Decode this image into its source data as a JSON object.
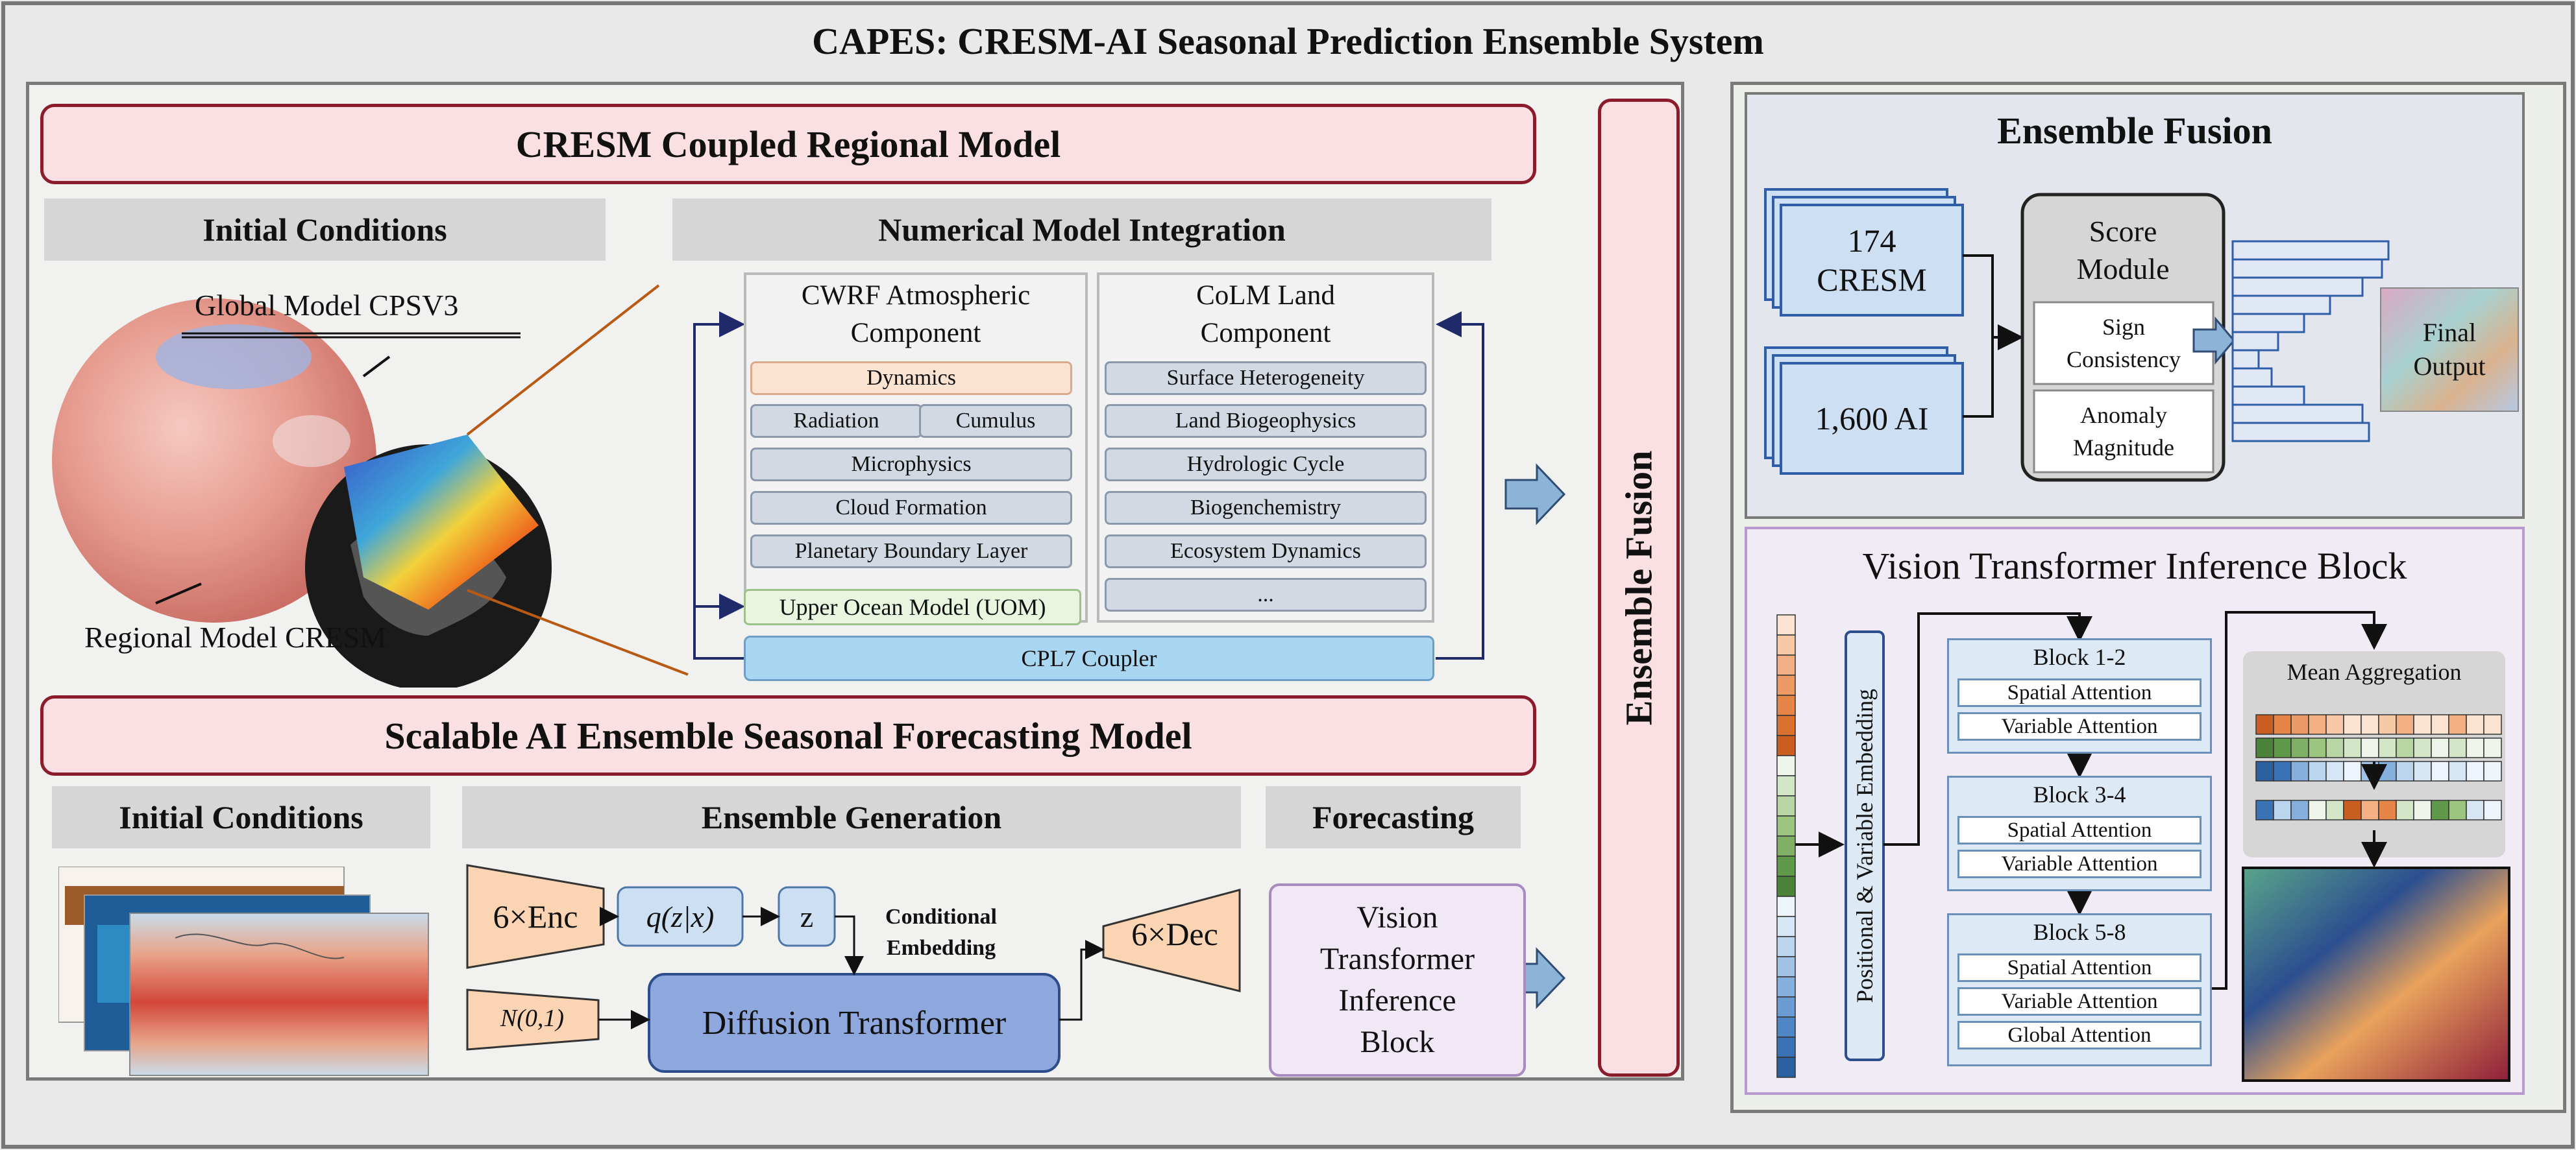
{
  "title": "CAPES: CRESM-AI Seasonal Prediction Ensemble System",
  "cresm": {
    "banner": "CRESM Coupled Regional Model",
    "initial_conditions": "Initial Conditions",
    "numerical_integration": "Numerical Model Integration",
    "global_label": "Global Model CPSV3",
    "regional_label": "Regional Model CRESM",
    "cwrf": {
      "title_line1": "CWRF Atmospheric",
      "title_line2": "Component",
      "dynamics": "Dynamics",
      "radiation": "Radiation",
      "cumulus": "Cumulus",
      "microphysics": "Microphysics",
      "cloud": "Cloud Formation",
      "pbl": "Planetary Boundary Layer"
    },
    "colm": {
      "title_line1": "CoLM Land",
      "title_line2": "Component",
      "items": [
        "Surface Heterogeneity",
        "Land Biogeophysics",
        "Hydrologic Cycle",
        "Biogenchemistry",
        "Ecosystem Dynamics",
        "..."
      ]
    },
    "uom": "Upper Ocean Model (UOM)",
    "coupler": "CPL7 Coupler"
  },
  "ai": {
    "banner": "Scalable AI Ensemble Seasonal Forecasting Model",
    "initial_conditions": "Initial Conditions",
    "ensemble_generation": "Ensemble Generation",
    "forecasting": "Forecasting",
    "enc": "6×Enc",
    "qzx": "q(z|x)",
    "z": "z",
    "cond_line1": "Conditional",
    "cond_line2": "Embedding",
    "noise": "N(0,1)",
    "dit": "Diffusion Transformer",
    "dec": "6×Dec",
    "vit_lines": [
      "Vision",
      "Transformer",
      "Inference",
      "Block"
    ]
  },
  "fusion_vertical": "Ensemble Fusion",
  "ensemble_fusion": {
    "title": "Ensemble Fusion",
    "cresm_line1": "174",
    "cresm_line2": "CRESM",
    "ai": "1,600 AI",
    "score_line1": "Score",
    "score_line2": "Module",
    "sign_line1": "Sign",
    "sign_line2": "Consistency",
    "anom_line1": "Anomaly",
    "anom_line2": "Magnitude",
    "final_line1": "Final",
    "final_line2": "Output"
  },
  "vit_block": {
    "title": "Vision Transformer Inference Block",
    "embedding": "Positional & Variable Embedding",
    "blocks": [
      {
        "name": "Block 1-2",
        "layers": [
          "Spatial Attention",
          "Variable Attention"
        ]
      },
      {
        "name": "Block 3-4",
        "layers": [
          "Spatial Attention",
          "Variable Attention"
        ]
      },
      {
        "name": "Block 5-8",
        "layers": [
          "Spatial Attention",
          "Variable Attention",
          "Global Attention"
        ]
      }
    ],
    "mean_agg": "Mean Aggregation"
  },
  "colors": {
    "banner_fill": "#fbe0e3",
    "banner_stroke": "#8a1c2b",
    "navy": "#1f2a6b",
    "orange": "#b85a14",
    "fusion_arrow": "#8cb4d8"
  }
}
